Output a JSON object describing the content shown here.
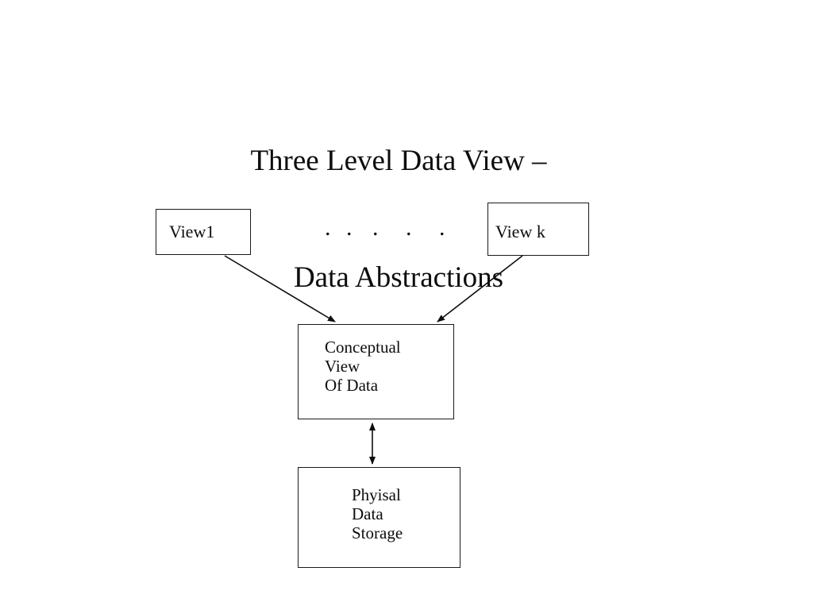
{
  "slide": {
    "title": {
      "line1": "Three Level Data View –",
      "line2": "Data Abstractions"
    },
    "boxes": {
      "view1": {
        "label": "View1"
      },
      "view_k": {
        "label": "View k"
      },
      "conceptual": {
        "lines": [
          "Conceptual",
          "View",
          "Of Data"
        ]
      },
      "physical": {
        "lines": [
          "Phyisal",
          "Data",
          "Storage"
        ]
      }
    },
    "ellipsis": {
      "dots": [
        ".",
        ".",
        ".",
        ".",
        "."
      ]
    },
    "colors": {
      "background": "#ffffff",
      "text": "#0d0d0d",
      "box_border": "#1a1a1a",
      "arrow": "#0d0d0d"
    }
  }
}
